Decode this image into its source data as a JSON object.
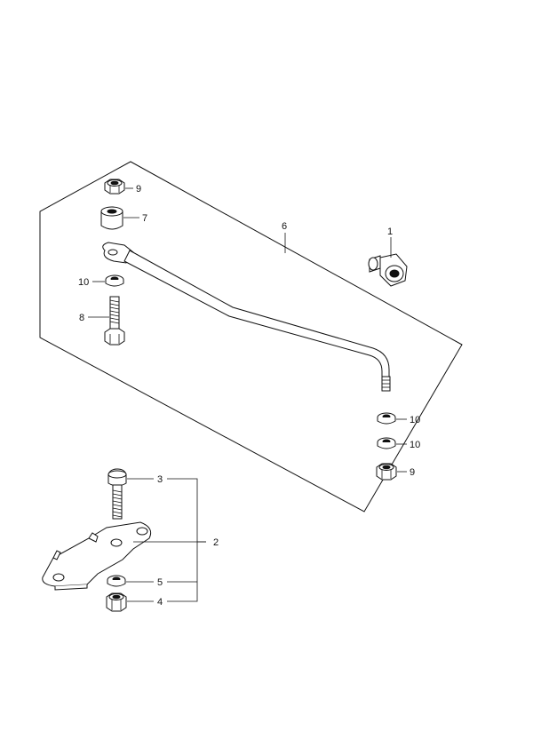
{
  "callouts": {
    "c1": "1",
    "c2": "2",
    "c3": "3",
    "c4": "4",
    "c5": "5",
    "c6": "6",
    "c7": "7",
    "c8": "8",
    "c9_top": "9",
    "c9_bottom": "9",
    "c10_left": "10",
    "c10_right_a": "10",
    "c10_right_b": "10"
  }
}
